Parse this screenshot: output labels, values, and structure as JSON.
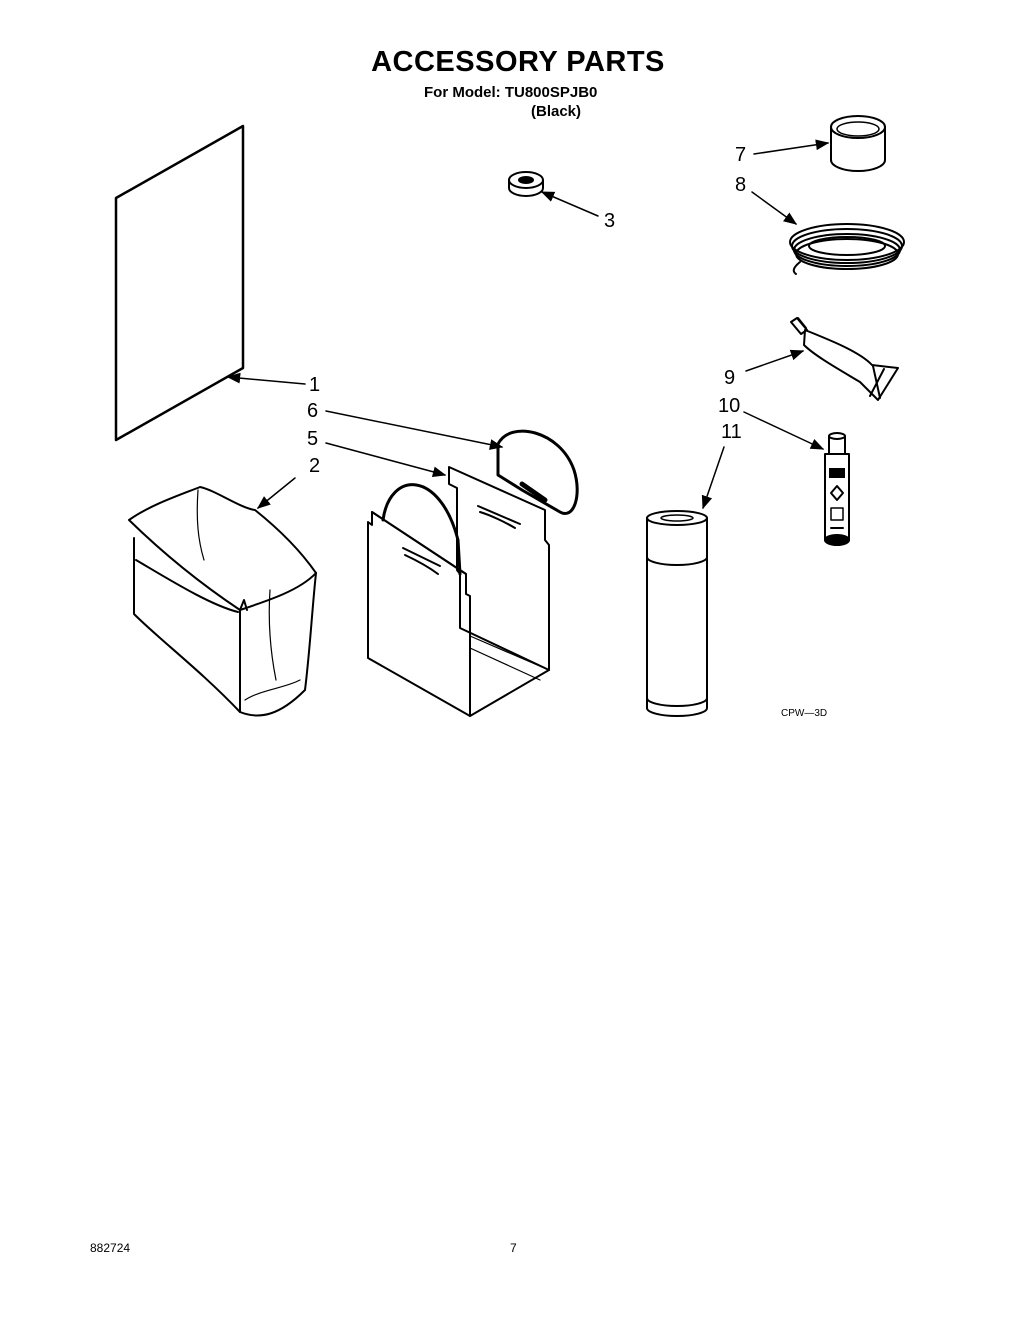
{
  "header": {
    "title": "ACCESSORY PARTS",
    "model_line": "For Model: TU800SPJB0",
    "color_line": "(Black)"
  },
  "callouts": [
    "1",
    "2",
    "3",
    "5",
    "6",
    "7",
    "8",
    "9",
    "10",
    "11"
  ],
  "diagram_code": "CPW—3D",
  "footer": {
    "doc_number": "882724",
    "page_number": "7"
  }
}
